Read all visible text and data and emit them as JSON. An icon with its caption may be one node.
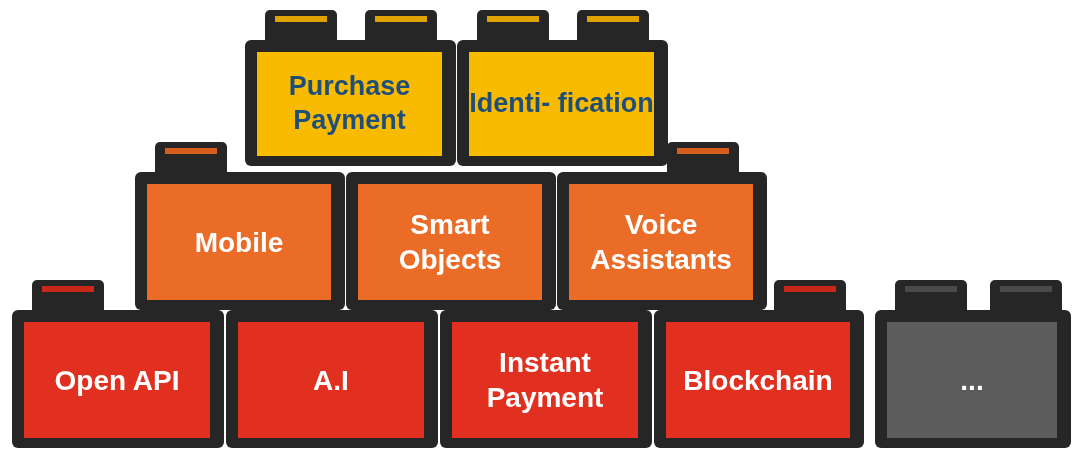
{
  "diagram": {
    "nodes": [
      {
        "text": [
          "Purchase Payment"
        ]
      },
      {
        "text": [
          "Identi- fication"
        ]
      },
      {
        "text": [
          "Mobile"
        ]
      },
      {
        "text": [
          "Smart Objects"
        ]
      },
      {
        "text": [
          "Voice Assistants"
        ]
      },
      {
        "text": [
          "Open API"
        ]
      },
      {
        "text": [
          "A.I"
        ]
      },
      {
        "text": [
          "Instant Payment"
        ]
      },
      {
        "text": [
          "Blockchain"
        ]
      },
      {
        "text": [
          "..."
        ]
      }
    ]
  }
}
